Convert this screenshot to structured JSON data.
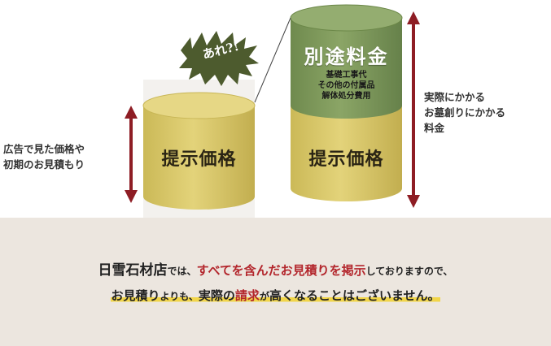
{
  "left_label": {
    "line1": "広告で見た価格や",
    "line2": "初期のお見積もり"
  },
  "left_cylinder": {
    "label": "提示価格"
  },
  "bubble": {
    "text": "あれ?!"
  },
  "right_cylinder": {
    "top_label": "別途料金",
    "top_items": [
      "基礎工事代",
      "その他の付属品",
      "解体処分費用"
    ],
    "bottom_label": "提示価格"
  },
  "right_label": {
    "line1": "実際にかかる",
    "line2": "お墓創りにかかる",
    "line3": "料金"
  },
  "banner": {
    "line1": {
      "store": "日雪石材店",
      "p1": "では、",
      "emphasis": "すべてを含んだお見積りを掲示",
      "p2": "しておりますので、"
    },
    "line2": {
      "a": "お見積り",
      "b": "よりも、",
      "c": "実際の",
      "d": "請求",
      "e": "が",
      "f": "高くなることはございません。"
    }
  },
  "colors": {
    "gold": "#dccb6e",
    "gold_dark": "#c9b555",
    "green": "#7f9a5c",
    "green_dark": "#6b8748",
    "arrow": "#8e1d24",
    "bubble": "#4d5b2e",
    "banner_bg": "#ece6df",
    "accent_red": "#b3262c",
    "highlight": "#f1d54a"
  },
  "icons": [
    "double-arrow-icon",
    "speech-bubble-icon"
  ]
}
